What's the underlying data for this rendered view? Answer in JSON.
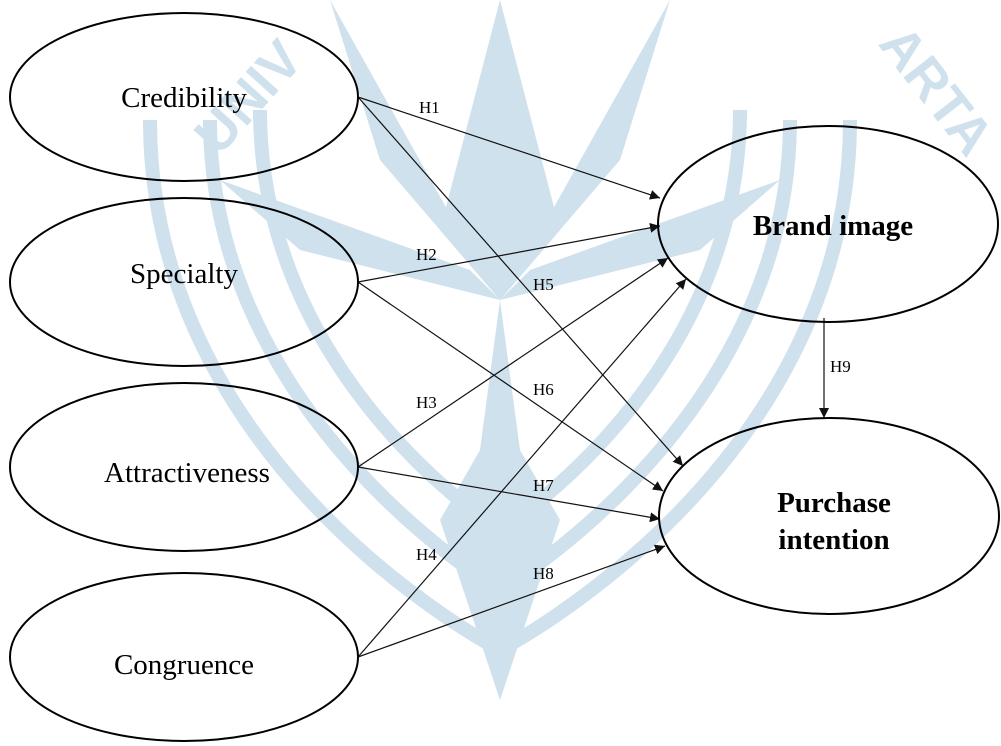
{
  "nodes": {
    "credibility": "Credibility",
    "specialty": "Specialty",
    "attractiveness": "Attractiveness",
    "congruence": "Congruence",
    "brand_image": "Brand image",
    "purchase_line1": "Purchase",
    "purchase_line2": "intention"
  },
  "hypotheses": {
    "h1": "H1",
    "h2": "H2",
    "h3": "H3",
    "h4": "H4",
    "h5": "H5",
    "h6": "H6",
    "h7": "H7",
    "h8": "H8",
    "h9": "H9"
  },
  "watermark": {
    "text_left": "UNIV",
    "text_right": "ARTA",
    "color": "#c7dcea"
  }
}
